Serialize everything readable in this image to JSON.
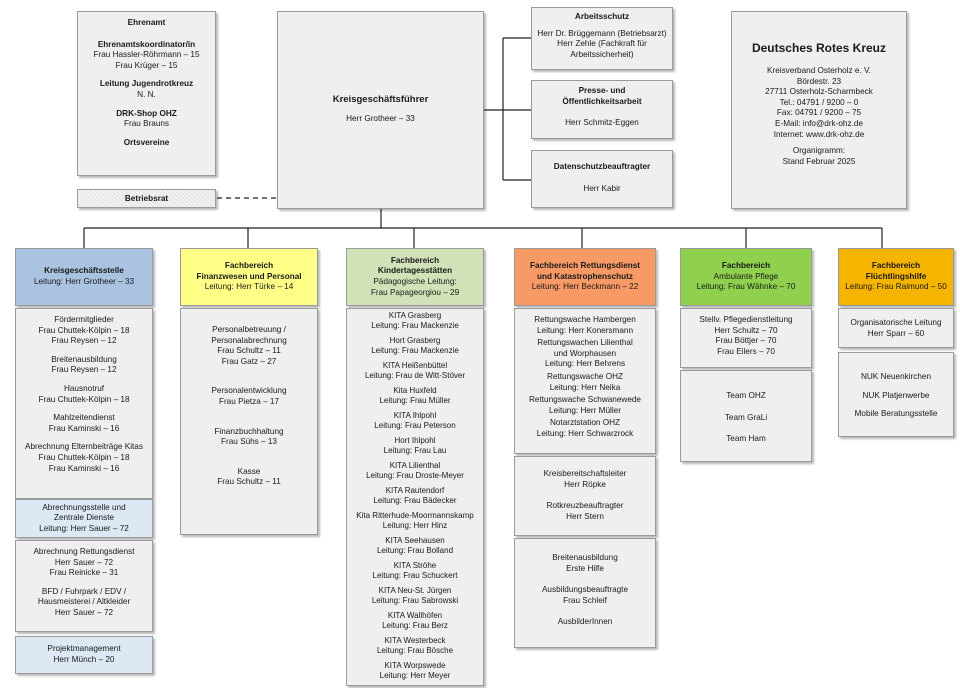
{
  "ehrenamt": {
    "title": "Ehrenamt",
    "koordinator_title": "Ehrenamtskoordinator/in",
    "koordinator_1": "Frau Hassler-Röhrmann – 15",
    "koordinator_2": "Frau Krüger – 15",
    "jugend_title": "Leitung Jugendrotkreuz",
    "jugend_value": "N. N.",
    "shop_title": "DRK-Shop OHZ",
    "shop_value": "Frau Brauns",
    "ortsvereine": "Ortsvereine"
  },
  "betriebsrat": "Betriebsrat",
  "center": {
    "title": "Kreisgeschäftsführer",
    "name": "Herr Grotheer – 33"
  },
  "arbeitsschutz": {
    "title": "Arbeitsschutz",
    "l1": "Herr Dr. Brüggemann (Betriebsarzt)",
    "l2": "Herr Zehle (Fachkraft für",
    "l3": "Arbeitssicherheit)"
  },
  "presse": {
    "title1": "Presse- und",
    "title2": "Öffentlichkeitsarbeit",
    "name": "Herr Schmitz-Eggen"
  },
  "datenschutz": {
    "title": "Datenschutzbeauftragter",
    "name": "Herr Kabir"
  },
  "drk": {
    "title": "Deutsches Rotes Kreuz",
    "l1": "Kreisverband Osterholz e. V.",
    "l2": "Bördestr. 23",
    "l3": "27711 Osterholz-Scharmbeck",
    "l4": "Tel.: 04791 / 9200 – 0",
    "l5": "Fax: 04791 / 9200 – 75",
    "l6": "E-Mail: info@drk-ohz.de",
    "l7": "Internet: www.drk-ohz.de",
    "l8": "Organigramm:",
    "l9": "Stand Februar 2025"
  },
  "colors": {
    "blue": "#a9c3e0",
    "blue_light": "#dce8f4",
    "yellow": "#ffff88",
    "green": "#d2e2b8",
    "orange": "#f79a66",
    "lime": "#8fd14f",
    "gold": "#f5b400",
    "gray": "#efefef",
    "line": "#222222"
  },
  "col1": {
    "head1": "Kreisgeschäftsstelle",
    "head2": "Leitung:  Herr Grotheer – 33",
    "s1": [
      "Fördermitglieder",
      "Frau Chuttek-Kölpin – 18",
      "Frau Reysen – 12"
    ],
    "s2": [
      "Breitenausbildung",
      "Frau Reysen – 12"
    ],
    "s3": [
      "Hausnotruf",
      "Frau Chuttek-Kölpin – 18"
    ],
    "s4": [
      "Mahlzeitendienst",
      "Frau Kaminski – 16"
    ],
    "s5": [
      "Abrechnung Elternbeiträge Kitas",
      "Frau Chuttek-Kölpin – 18",
      "Frau Kaminski – 16"
    ],
    "abr": [
      "Abrechnungsstelle und",
      "Zentrale Dienste",
      "Leitung: Herr Sauer – 72"
    ],
    "s6": [
      "Abrechnung Rettungsdienst",
      "Herr Sauer – 72",
      "Frau Reinicke – 31"
    ],
    "s7": [
      "BFD / Fuhrpark / EDV /",
      "Hausmeisterei / Altkleider",
      "Herr Sauer – 72"
    ],
    "proj": [
      "Projektmanagement",
      "Herr Münch – 20"
    ]
  },
  "col2": {
    "head1": "Fachbereich",
    "head2": "Finanzwesen und Personal",
    "head3": "Leitung:  Herr Türke – 14",
    "s1": [
      "Personalbetreuung /",
      "Personalabrechnung",
      "Frau Schultz – 11",
      "Frau Gatz – 27"
    ],
    "s2": [
      "Personalentwicklung",
      "Frau Pietza – 17"
    ],
    "s3": [
      "Finanzbuchhaltung",
      "Frau Sühs – 13"
    ],
    "s4": [
      "Kasse",
      "Frau Schultz – 11"
    ]
  },
  "col3": {
    "head1": "Fachbereich",
    "head2": "Kindertagesstätten",
    "head3": "Pädagogische Leitung:",
    "head4": "Frau Papageorgiou – 29",
    "items": [
      [
        "KITA Grasberg",
        "Leitung: Frau Mackenzie"
      ],
      [
        "Hort Grasberg",
        "Leitung: Frau Mackenzie"
      ],
      [
        "KITA Heißenbüttel",
        "Leitung: Frau de Witt-Stöver"
      ],
      [
        "Kita Huxfeld",
        "Leitung: Frau Müller"
      ],
      [
        "KITA Ihlpohl",
        "Leitung: Frau Peterson"
      ],
      [
        "Hort Ihlpohl",
        "Leitung: Frau Lau"
      ],
      [
        "KITA Lilienthal",
        "Leitung: Frau Droste-Meyer"
      ],
      [
        "KITA Rautendorf",
        "Leitung: Frau Bädecker"
      ],
      [
        "Kita Ritterhude-Moormannskamp",
        "Leitung: Herr Hinz"
      ],
      [
        "KITA Seehausen",
        "Leitung: Frau Bolland"
      ],
      [
        "KITA Ströhe",
        "Leitung: Frau Schuckert"
      ],
      [
        "KITA Neu-St. Jürgen",
        "Leitung: Frau Sabrowski"
      ],
      [
        "KITA Wallhöfen",
        "Leitung: Frau Berz"
      ],
      [
        "KITA Westerbeck",
        "Leitung: Frau Bösche"
      ],
      [
        "KITA Worpswede",
        "Leitung: Herr Meyer"
      ]
    ]
  },
  "col4": {
    "head1": "Fachbereich Rettungsdienst",
    "head2": "und Katastrophenschutz",
    "head3": "Leitung:  Herr Beckmann – 22",
    "s1": [
      [
        "Rettungswache Hambergen",
        "Leitung: Herr Konersmann"
      ],
      [
        "Rettungswachen Lilienthal",
        "und Worphausen",
        "Leitung: Herr Behrens"
      ],
      [
        "Rettungswache OHZ",
        "Leitung: Herr Neika"
      ],
      [
        "Rettungswache Schwanewede",
        "Leitung: Herr Müller"
      ],
      [
        "Notarztstation OHZ",
        "Leitung: Herr Schwarzrock"
      ]
    ],
    "s2": [
      [
        "Kreisbereitschaftsleiter",
        "Herr Röpke"
      ],
      [
        "Rotkreuzbeauftragter",
        "Herr Stern"
      ]
    ],
    "s3": [
      [
        "Breitenausbildung",
        "Erste Hilfe"
      ],
      [
        "Ausbildungsbeauftragte",
        "Frau Schleif"
      ],
      [
        "AusbilderInnen"
      ]
    ]
  },
  "col5": {
    "head1": "Fachbereich",
    "head2": "Ambulante Pflege",
    "head3": "Leitung: Frau Wähnke – 70",
    "s1": [
      "Stellv. Pflegedienstleitung",
      "Herr Schultz – 70",
      "Frau Böttjer – 70",
      "Frau Eilers  – 70"
    ],
    "s2": [
      "Team OHZ",
      "Team GraLi",
      "Team Ham"
    ]
  },
  "col6": {
    "head1": "Fachbereich",
    "head2": "Flüchtlingshilfe",
    "head3": "Leitung:  Frau Raimund – 50",
    "s1": [
      "Organisatorische Leitung",
      "Herr Sparr – 60"
    ],
    "s2": [
      "NUK Neuenkirchen",
      "NUK Platjenwerbe",
      "Mobile Beratungsstelle"
    ]
  }
}
